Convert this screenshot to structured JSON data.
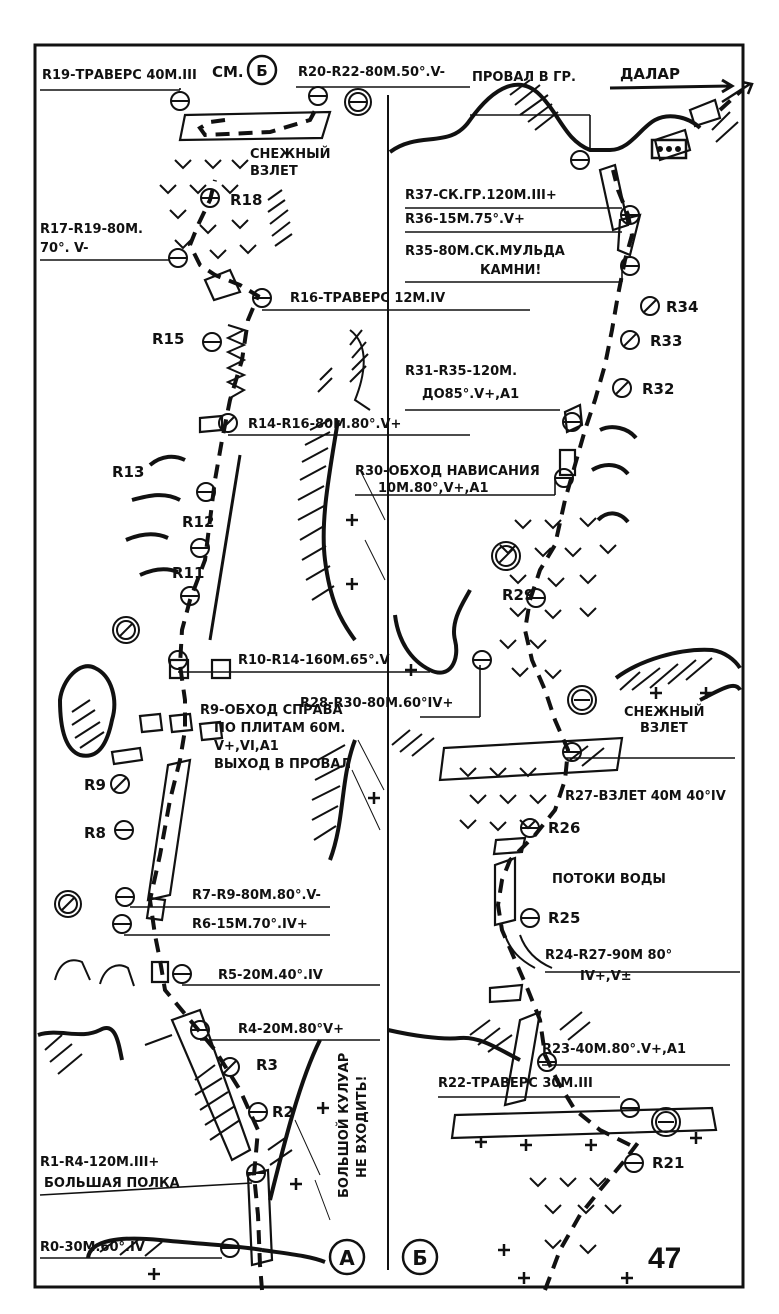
{
  "header": {
    "see_label": "СМ.",
    "see_ref": "Б",
    "r19": "R19-ТРАВЕРС 40М.III",
    "r20": "R20-R22-80М.50°.V-",
    "proval": "ПРОВАЛ В ГР.",
    "dalar": "ДАЛАР"
  },
  "left": {
    "labels": [
      "СНЕЖНЫЙ",
      "ВЗЛЕТ",
      "R17-R19-80М.",
      "70°. V-",
      "R16-ТРАВЕРС 12М.IV",
      "R14-R16-80М.80°.V+",
      "R10-R14-160М.65°.V",
      "R9-ОБХОД СПРАВА",
      "ПО ПЛИТАМ 60М.",
      "V+,VI,A1",
      "ВЫХОД В ПРОВАЛ",
      "R7-R9-80М.80°.V-",
      "R6-15М.70°.IV+",
      "R5-20М.40°.IV",
      "R4-20М.80°V+",
      "R1-R4-120М.III+",
      "БОЛЬШАЯ ПОЛКА",
      "R0-30М.60°.IV",
      "БОЛЬШОЙ КУЛУАР",
      "НЕ ВХОДИТЬ!"
    ],
    "points": [
      "R18",
      "R15",
      "R13",
      "R12",
      "R11",
      "R9",
      "R8",
      "R3",
      "R2"
    ],
    "panel": "А"
  },
  "right": {
    "labels": [
      "R37-СК.ГР.120М.III+",
      "R36-15М.75°.V+",
      "R35-80М.СК.МУЛЬДА",
      "КАМНИ!",
      "R31-R35-120М.",
      "ДО85°.V+,A1",
      "R30-ОБХОД НАВИСАНИЯ",
      "10М.80°,V+,A1",
      "R28-R30-80М.60°IV+",
      "СНЕЖНЫЙ",
      "ВЗЛЕТ",
      "R27-ВЗЛЕТ 40М 40°IV",
      "ПОТОКИ ВОДЫ",
      "R24-R27-90М 80°",
      "IV+,V±",
      "R23-40М.80°.V+,A1",
      "R22-ТРАВЕРС 30М.III"
    ],
    "points": [
      "R34",
      "R33",
      "R32",
      "R29",
      "R26",
      "R25",
      "R21"
    ],
    "panel": "Б",
    "page_number": "47"
  }
}
